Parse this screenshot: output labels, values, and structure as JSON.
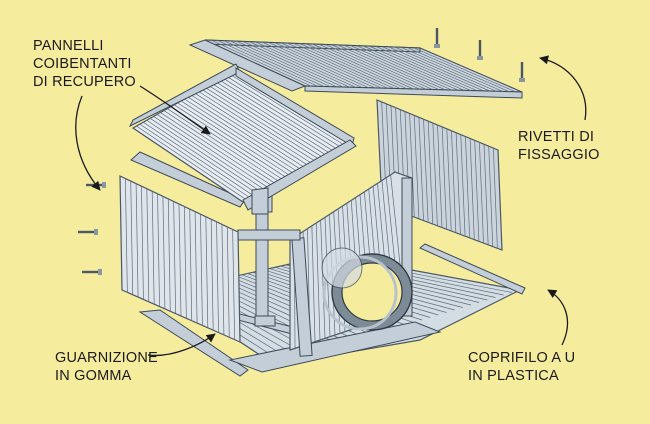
{
  "labels": {
    "panels": [
      "PANNELLI",
      "COIBENTANTI",
      "DI RECUPERO"
    ],
    "rivets": [
      "RIVETTI DI",
      "FISSAGGIO"
    ],
    "gasket": [
      "GUARNIZIONE",
      "IN GOMMA"
    ],
    "trim": [
      "COPRIFILO A U",
      "IN PLASTICA"
    ]
  },
  "colors": {
    "background": "#f6ec9e",
    "panel_light": "#eef2f6",
    "panel_mid": "#c9d3dc",
    "panel_dark": "#8e9ca8",
    "outline": "#3d4a56",
    "text": "#1a1a1a"
  }
}
